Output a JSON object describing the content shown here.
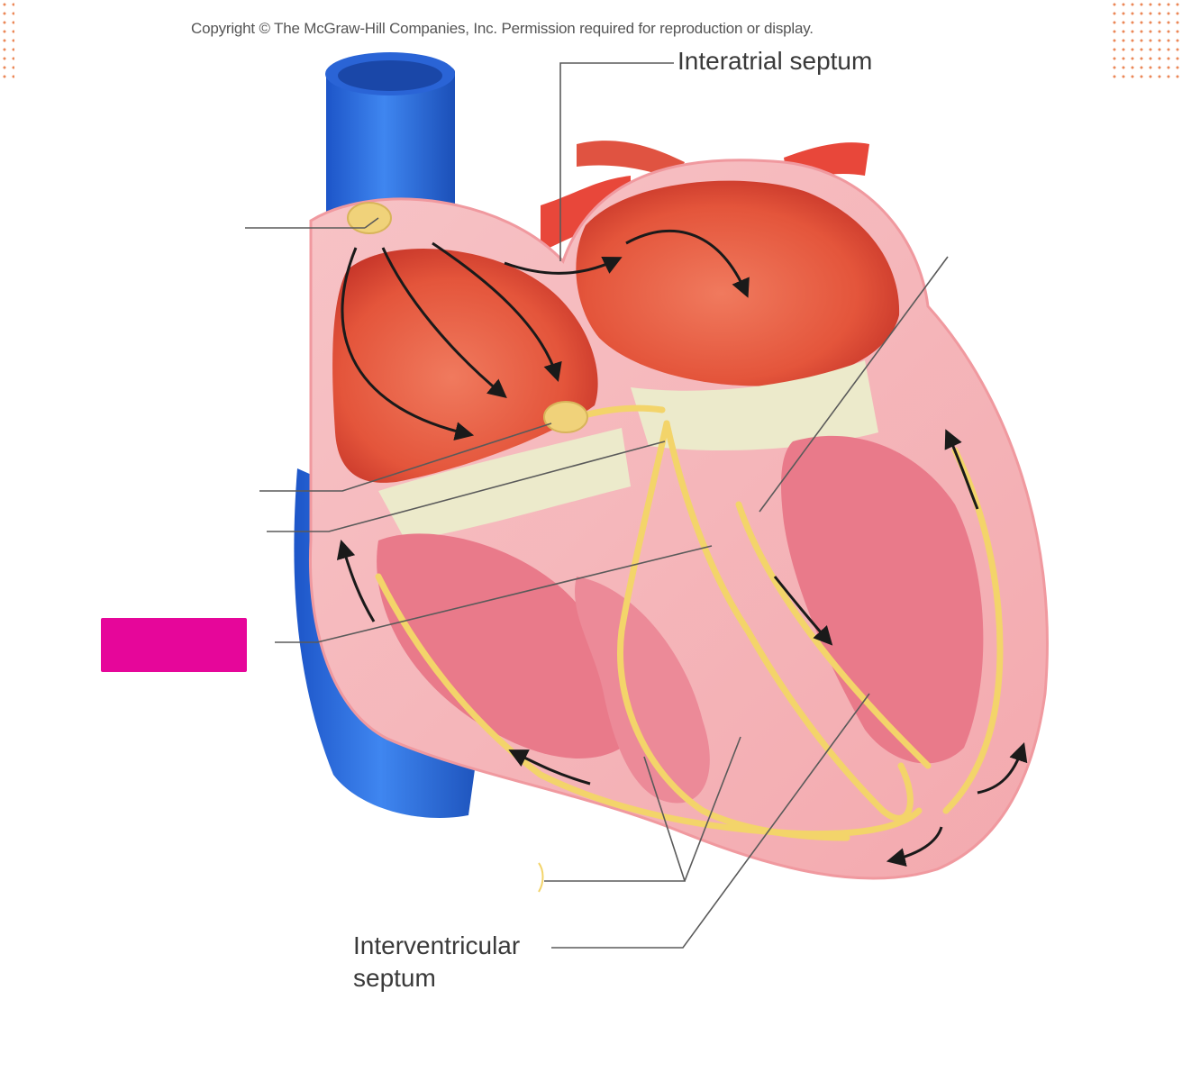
{
  "copyright": "Copyright © The McGraw-Hill Companies, Inc. Permission required for reproduction or display.",
  "labels": {
    "interatrial_septum": "Interatrial septum",
    "interventricular_line1": "Interventricular",
    "interventricular_line2": "septum"
  },
  "colors": {
    "vein": "#2f6fe0",
    "artery": "#e8473a",
    "myocardium": "#f6b9bd",
    "chamber": "#e8583f",
    "conduction": "#f3d46a",
    "redaction": "#e6069a",
    "leader_line": "#5a5a5a"
  },
  "icons": {
    "flow_arrows": "arrow-icon",
    "redaction_box": "redaction-box"
  }
}
